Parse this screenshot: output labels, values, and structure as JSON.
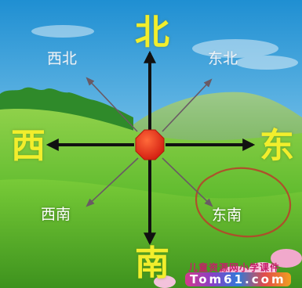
{
  "directions": {
    "north": "北",
    "south": "南",
    "east": "东",
    "west": "西",
    "northwest": "西北",
    "northeast": "东北",
    "southwest": "西南",
    "southeast": "东南"
  },
  "watermark": {
    "line1": "儿童资源网小学课件",
    "line2": "Tom61.com"
  },
  "colors": {
    "sky_top": "#1f8fd2",
    "sky_bottom": "#bfe3f4",
    "grass": "#5fbb2e",
    "center_dot": "#e0321c",
    "big_label": "#f2ee2c",
    "circle_annotation": "#b5452a"
  }
}
